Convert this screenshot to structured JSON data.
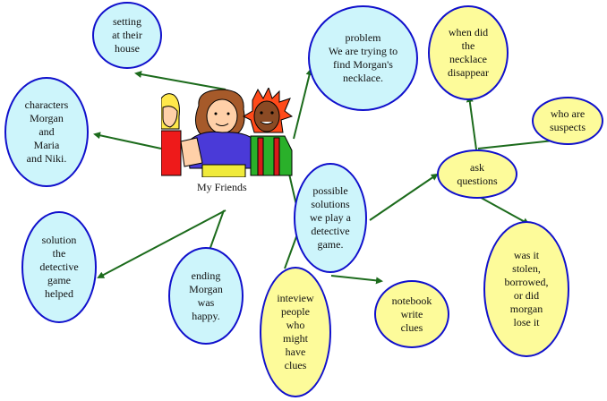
{
  "colors": {
    "blue_fill": "#cdf5fb",
    "yellow_fill": "#fdfb9a",
    "border": "#1010cc",
    "arrow": "#1c6b1c"
  },
  "center": {
    "caption": "My Friends",
    "image": "friends-clipart-icon"
  },
  "nodes": {
    "setting": "setting\nat their\nhouse",
    "characters": "characters\nMorgan\nand\nMaria\nand Niki.",
    "solution": "solution\nthe\ndetective\ngame\nhelped",
    "ending": "ending\nMorgan\nwas\nhappy.",
    "problem": "problem\nWe are trying to\nfind Morgan's\nnecklace.",
    "possible_solutions": "possible\nsolutions\nwe play a\ndetective\ngame.",
    "interview": "inteview\npeople\nwho\nmight\nhave\nclues",
    "notebook": "notebook\nwrite\nclues",
    "ask_questions": "ask\nquestions",
    "when_did": "when did\nthe\nnecklace\ndisappear",
    "who_are": "who are\nsuspects",
    "was_it": "was it\nstolen,\nborrowed,\nor did\nmorgan\nlose it"
  }
}
